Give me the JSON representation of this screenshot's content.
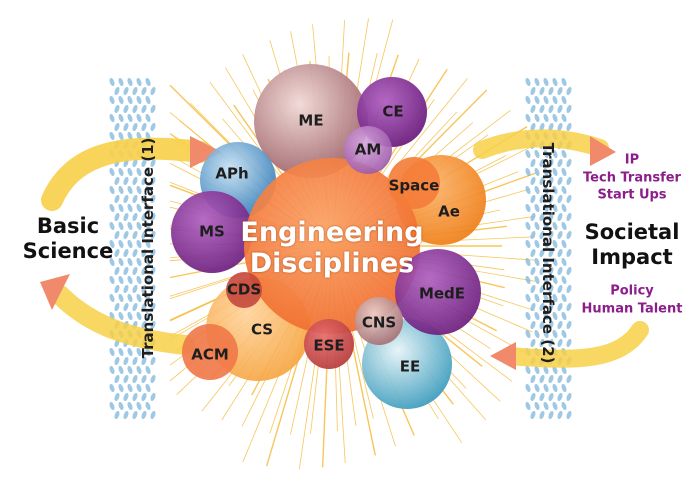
{
  "center": {
    "line1": "Engineering",
    "line2": "Disciplines"
  },
  "left_block": {
    "line1": "Basic",
    "line2": "Science"
  },
  "right_block": {
    "line1": "Societal",
    "line2": "Impact"
  },
  "interfaces": {
    "left": "Translational Interface (1)",
    "right": "Translational Interface (2)"
  },
  "outputs_top": [
    "IP",
    "Tech Transfer",
    "Start Ups"
  ],
  "outputs_bottom": [
    "Policy",
    "Human Talent"
  ],
  "disciplines": [
    "ME",
    "CE",
    "AM",
    "APh",
    "Space",
    "Ae",
    "MS",
    "MedE",
    "CDS",
    "CS",
    "CNS",
    "ACM",
    "ESE",
    "EE"
  ],
  "colors": {
    "purple": "#7b2d8e",
    "orange": "#f58220",
    "mauve": "#b5838a",
    "blue": "#4a90c2",
    "teal": "#5ab0c9",
    "ray": "#f5b324",
    "arrow_yellow": "#f7d048",
    "arrow_salmon": "#f08a6a",
    "output_text": "#8b1e8a"
  }
}
